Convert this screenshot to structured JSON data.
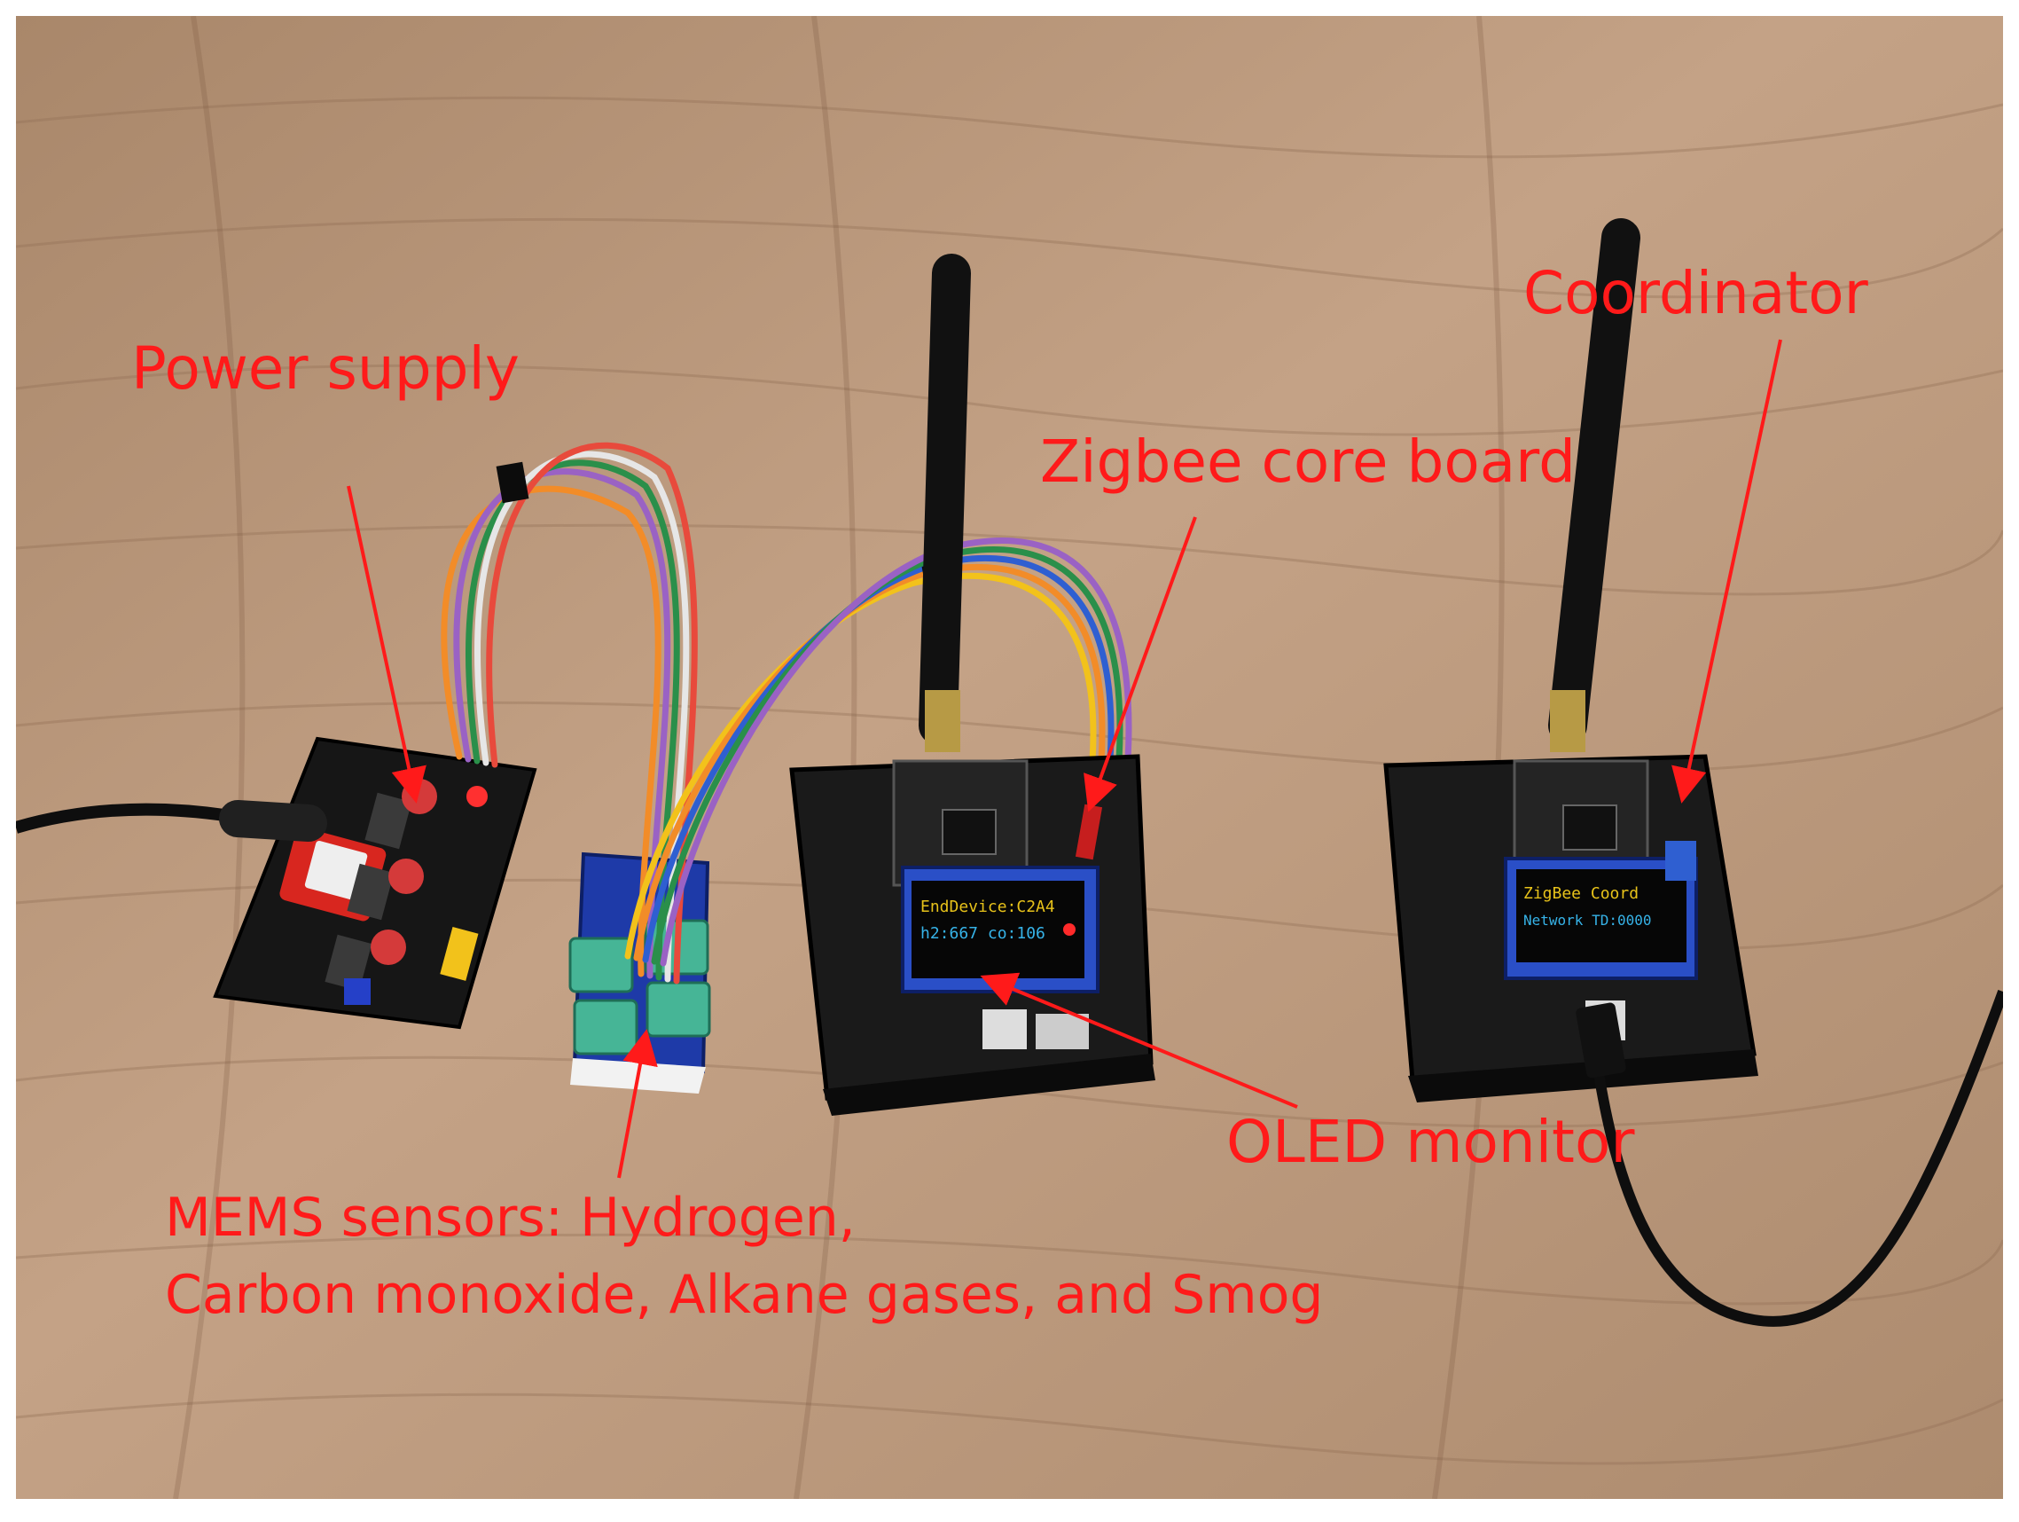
{
  "labels": {
    "power_supply": "Power supply",
    "coordinator": "Coordinator",
    "zigbee_core_board": "Zigbee core board",
    "oled_monitor": "OLED monitor",
    "mems_line1": "MEMS sensors: Hydrogen,",
    "mems_line2": "Carbon monoxide, Alkane gases, and Smog"
  },
  "oled_end_device": {
    "line1": "EndDevice:C2A4",
    "line2": "h2:667  co:106"
  },
  "oled_coordinator": {
    "line1": "ZigBee Coord",
    "line2": "Network  TD:0000"
  },
  "colors": {
    "annotation": "#ff1a1a",
    "desk": "#b89477",
    "board": "#1b1b1b"
  }
}
